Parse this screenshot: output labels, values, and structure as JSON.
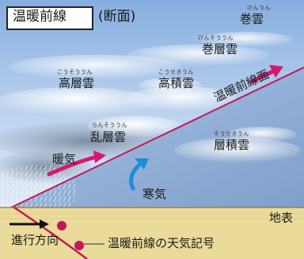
{
  "title": {
    "main": "温暖前線",
    "sub": "(断面)"
  },
  "clouds": {
    "cirrus": {
      "label": "巻雲",
      "reading": "けんうん"
    },
    "cirrostratus": {
      "label": "巻層雲",
      "reading": "けんそううん"
    },
    "altostratus": {
      "label": "高層雲",
      "reading": "こうそううん"
    },
    "altocumulus": {
      "label": "高積雲",
      "reading": "こうせきうん"
    },
    "nimbostratus": {
      "label": "乱層雲",
      "reading": "らんそううん"
    },
    "stratocumulus": {
      "label": "層積雲",
      "reading": "そうせきうん"
    }
  },
  "labels": {
    "front_surface": "温暖前線面",
    "warm_air": "暖気",
    "cold_air": "寒気",
    "ground": "地表",
    "direction": "進行方向",
    "symbol": "温暖前線の天気記号"
  },
  "colors": {
    "sky_top": "#8fb6e3",
    "sky_mid": "#c9dcf0",
    "ground": "#e9dc9c",
    "arrow_warm": "#d6186e",
    "arrow_cold": "#1a8fd6",
    "front_line": "#c0185a"
  }
}
